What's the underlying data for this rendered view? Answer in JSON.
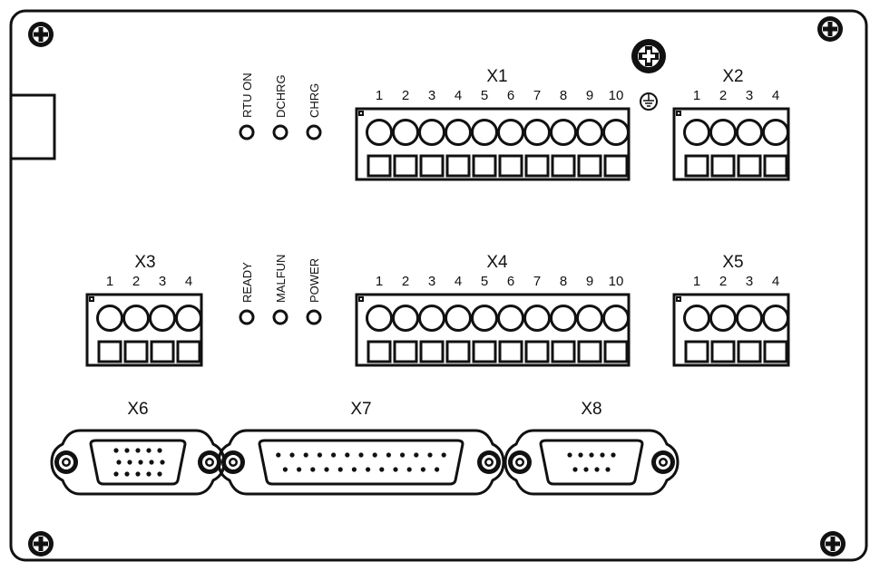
{
  "terminal_blocks": [
    {
      "id": "X1",
      "label": "X1",
      "pins": [
        "1",
        "2",
        "3",
        "4",
        "5",
        "6",
        "7",
        "8",
        "9",
        "10"
      ]
    },
    {
      "id": "X2",
      "label": "X2",
      "pins": [
        "1",
        "2",
        "3",
        "4"
      ]
    },
    {
      "id": "X3",
      "label": "X3",
      "pins": [
        "1",
        "2",
        "3",
        "4"
      ]
    },
    {
      "id": "X4",
      "label": "X4",
      "pins": [
        "1",
        "2",
        "3",
        "4",
        "5",
        "6",
        "7",
        "8",
        "9",
        "10"
      ]
    },
    {
      "id": "X5",
      "label": "X5",
      "pins": [
        "1",
        "2",
        "3",
        "4"
      ]
    }
  ],
  "leds_top": [
    "RTU ON",
    "DCHRG",
    "CHRG"
  ],
  "leds_bottom": [
    "READY",
    "MALFUN",
    "POWER"
  ],
  "sub_d": [
    {
      "id": "X6",
      "label": "X6",
      "type": "DE-15",
      "rows": [
        5,
        5,
        5
      ]
    },
    {
      "id": "X7",
      "label": "X7",
      "type": "DB-25",
      "rows": [
        13,
        12
      ]
    },
    {
      "id": "X8",
      "label": "X8",
      "type": "DE-9",
      "rows": [
        5,
        4
      ]
    }
  ]
}
